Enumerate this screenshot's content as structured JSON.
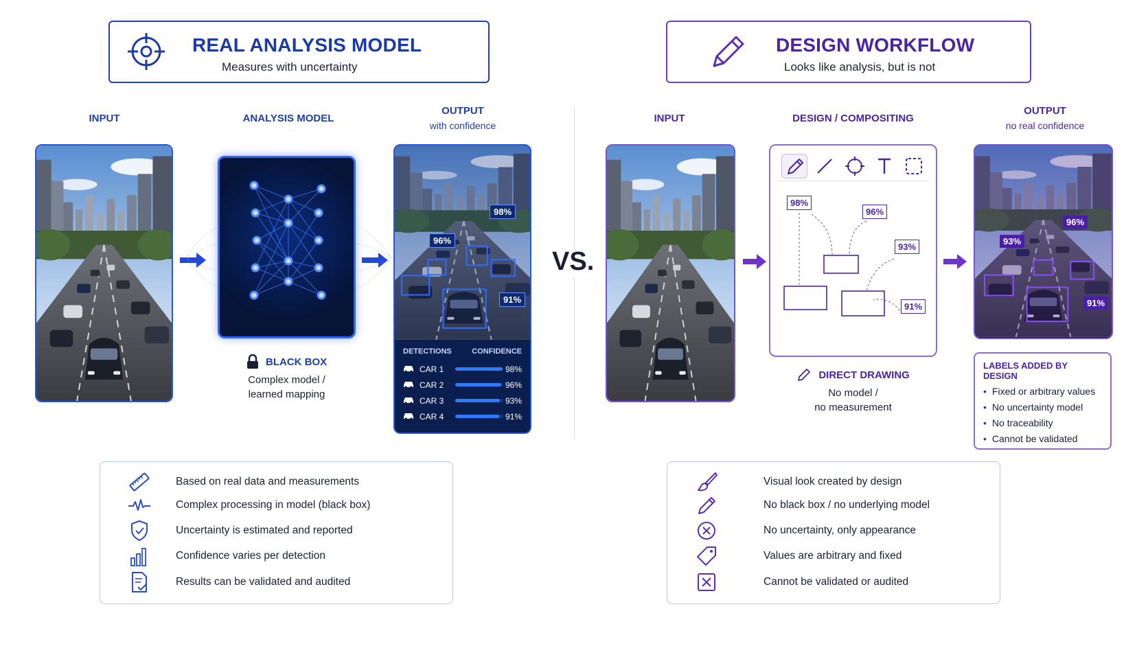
{
  "left": {
    "title": "REAL ANALYSIS MODEL",
    "subtitle": "Measures with uncertainty",
    "col_input": "INPUT",
    "col_model": "ANALYSIS MODEL",
    "col_output": "OUTPUT",
    "col_output_sub": "with confidence",
    "model_caption_title": "BLACK BOX",
    "model_caption_line1": "Complex model /",
    "model_caption_line2": "learned mapping",
    "output_badges": [
      "98%",
      "96%",
      "91%"
    ],
    "table": {
      "header_detections": "DETECTIONS",
      "header_confidence": "CONFIDENCE",
      "rows": [
        {
          "name": "CAR 1",
          "confidence": "98%",
          "value": 0.98
        },
        {
          "name": "CAR 2",
          "confidence": "96%",
          "value": 0.96
        },
        {
          "name": "CAR 3",
          "confidence": "93%",
          "value": 0.93
        },
        {
          "name": "CAR 4",
          "confidence": "91%",
          "value": 0.91
        }
      ]
    },
    "summary": [
      {
        "icon": "ruler-icon",
        "text": "Based on real data and measurements"
      },
      {
        "icon": "waveform-icon",
        "text": "Complex processing in model (black box)"
      },
      {
        "icon": "shield-check-icon",
        "text": "Uncertainty is estimated and reported"
      },
      {
        "icon": "bar-chart-icon",
        "text": "Confidence varies per detection"
      },
      {
        "icon": "document-check-icon",
        "text": "Results can be validated and audited"
      }
    ],
    "accent": "#1f3fbf"
  },
  "vs": "VS.",
  "right": {
    "title": "DESIGN WORKFLOW",
    "subtitle": "Looks like analysis, but is not",
    "col_input": "INPUT",
    "col_design": "DESIGN / COMPOSITING",
    "col_output": "OUTPUT",
    "col_output_sub": "no real confidence",
    "canvas_labels": [
      "98%",
      "96%",
      "93%",
      "91%"
    ],
    "design_caption_title": "DIRECT DRAWING",
    "design_caption_line1": "No model /",
    "design_caption_line2": "no measurement",
    "output_badges": [
      "96%",
      "93%",
      "91%"
    ],
    "labels_box": {
      "title": "LABELS ADDED BY DESIGN",
      "items": [
        "Fixed or arbitrary values",
        "No uncertainty model",
        "No traceability",
        "Cannot be validated"
      ]
    },
    "summary": [
      {
        "icon": "brush-icon",
        "text": "Visual look created by design"
      },
      {
        "icon": "pencil-icon",
        "text": "No black box / no underlying model"
      },
      {
        "icon": "x-circle-icon",
        "text": "No uncertainty, only appearance"
      },
      {
        "icon": "tag-icon",
        "text": "Values are arbitrary and fixed"
      },
      {
        "icon": "x-square-icon",
        "text": "Cannot be validated or audited"
      }
    ],
    "accent": "#6a3fc7"
  }
}
